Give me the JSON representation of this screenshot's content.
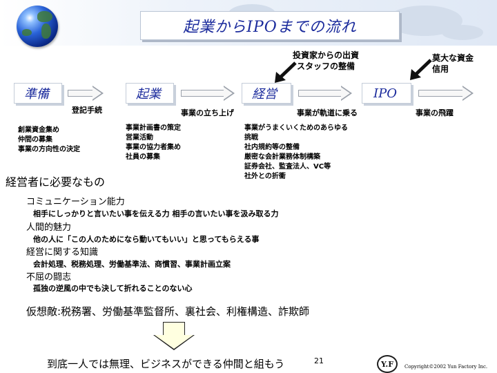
{
  "slide": {
    "title": "起業からIPOまでの流れ",
    "page_number": "21",
    "copyright": "Copyright©2002 Yun Factory Inc.",
    "logo_text": "Y.F"
  },
  "flow": {
    "stages": [
      {
        "label": "準備"
      },
      {
        "label": "起業"
      },
      {
        "label": "経営"
      },
      {
        "label": "IPO"
      }
    ],
    "step_labels": [
      "登記手続",
      "事業の立ち上げ",
      "事業が軌道に乗る",
      "事業の飛躍"
    ],
    "notes": [
      {
        "lines": [
          "投資家からの出資",
          "スタッフの整備"
        ]
      },
      {
        "lines": [
          "莫大な資金",
          "信用"
        ]
      }
    ],
    "stage_details": [
      {
        "lines": [
          "創業資金集め",
          "仲間の募集",
          "事業の方向性の決定"
        ]
      },
      {
        "lines": [
          "事業計画書の策定",
          "営業活動",
          "事業の協力者集め",
          "社員の募集"
        ]
      },
      {
        "lines": [
          "事業がうまくいくためのあらゆる",
          "挑戦",
          "社内規約等の整備",
          "厳密な会計業務体制構築",
          "証券会社、監査法人、VC等",
          "社外との折衝"
        ]
      }
    ]
  },
  "requirements": {
    "title": "経営者に必要なもの",
    "items": [
      {
        "heading": "コミュニケーション能力",
        "desc": "相手にしっかりと言いたい事を伝える力  相手の言いたい事を汲み取る力"
      },
      {
        "heading": "人間的魅力",
        "desc": "他の人に「この人のためになら動いてもいい」と思ってもらえる事"
      },
      {
        "heading": "経営に関する知識",
        "desc": "会計処理、税務処理、労働基準法、商慣習、事業計画立案"
      },
      {
        "heading": "不屈の闘志",
        "desc": "孤独の逆風の中でも決して折れることのない心"
      }
    ],
    "enemies": "仮想敵:税務署、労働基準監督所、裏社会、利権構造、詐欺師",
    "conclusion": "到底一人では無理、ビジネスができる仲間と組もう"
  }
}
